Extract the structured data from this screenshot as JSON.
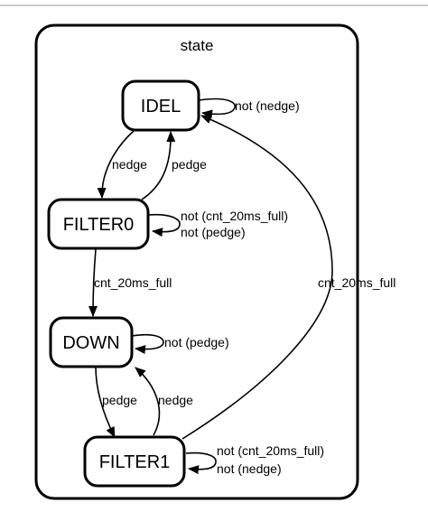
{
  "diagram": {
    "cluster_label": "state",
    "nodes": {
      "idel": "IDEL",
      "filter0": "FILTER0",
      "down": "DOWN",
      "filter1": "FILTER1"
    },
    "edges": {
      "idel_self": "not (nedge)",
      "idel_to_filter0": "nedge",
      "filter0_to_idel": "pedge",
      "filter0_self_1": "not (cnt_20ms_full)",
      "filter0_self_2": "not (pedge)",
      "filter0_to_down": "cnt_20ms_full",
      "down_self": "not (pedge)",
      "down_to_filter1": "pedge",
      "filter1_to_down": "nedge",
      "filter1_to_idel": "cnt_20ms_full",
      "filter1_self_1": "not (cnt_20ms_full)",
      "filter1_self_2": "not (nedge)"
    }
  }
}
